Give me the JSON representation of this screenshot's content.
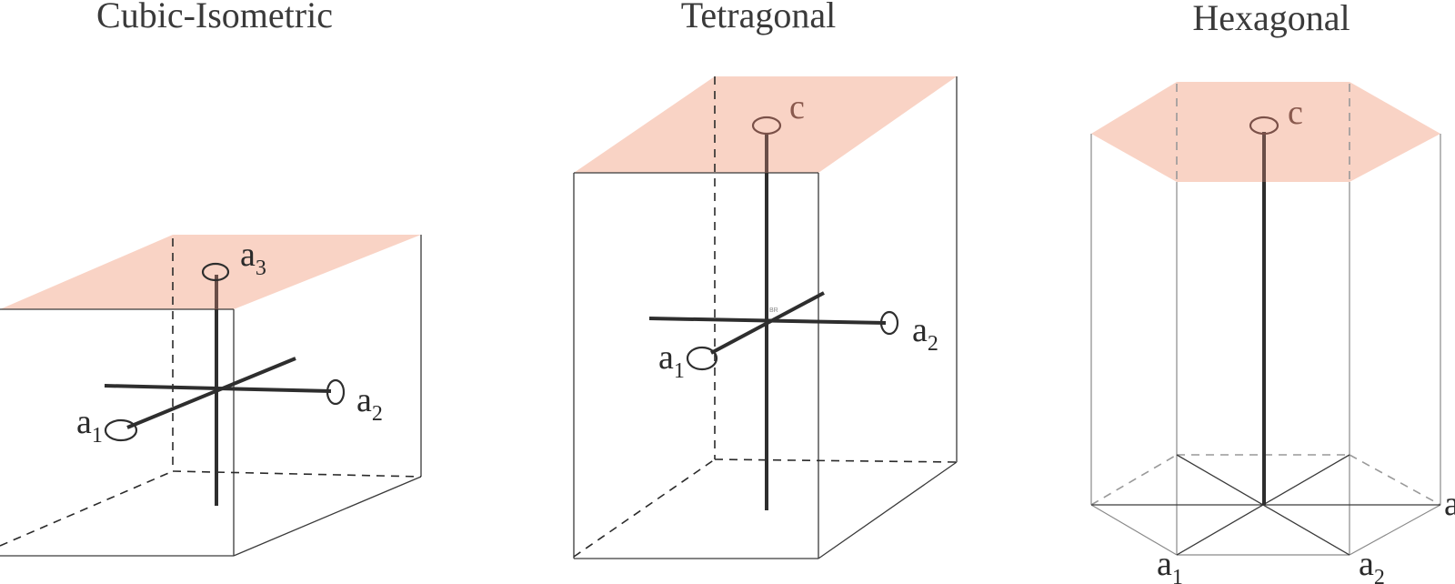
{
  "panels": [
    {
      "title": "Cubic-Isometric",
      "labels": [
        {
          "base": "a",
          "sub": "3"
        },
        {
          "base": "a",
          "sub": "2"
        },
        {
          "base": "a",
          "sub": "1"
        }
      ]
    },
    {
      "title": "Tetragonal",
      "labels": [
        {
          "base": "c",
          "sub": ""
        },
        {
          "base": "a",
          "sub": "2"
        },
        {
          "base": "a",
          "sub": "1"
        }
      ],
      "center_mark": "BR"
    },
    {
      "title": "Hexagonal",
      "labels": [
        {
          "base": "c",
          "sub": ""
        },
        {
          "base": "a",
          "sub": "1"
        },
        {
          "base": "a",
          "sub": "2"
        },
        {
          "base": "a",
          "sub": ""
        }
      ]
    }
  ],
  "colors": {
    "top_face": "#f9d3c5",
    "axis": "#2e2e2e",
    "c_label": "#8a5a4e"
  }
}
